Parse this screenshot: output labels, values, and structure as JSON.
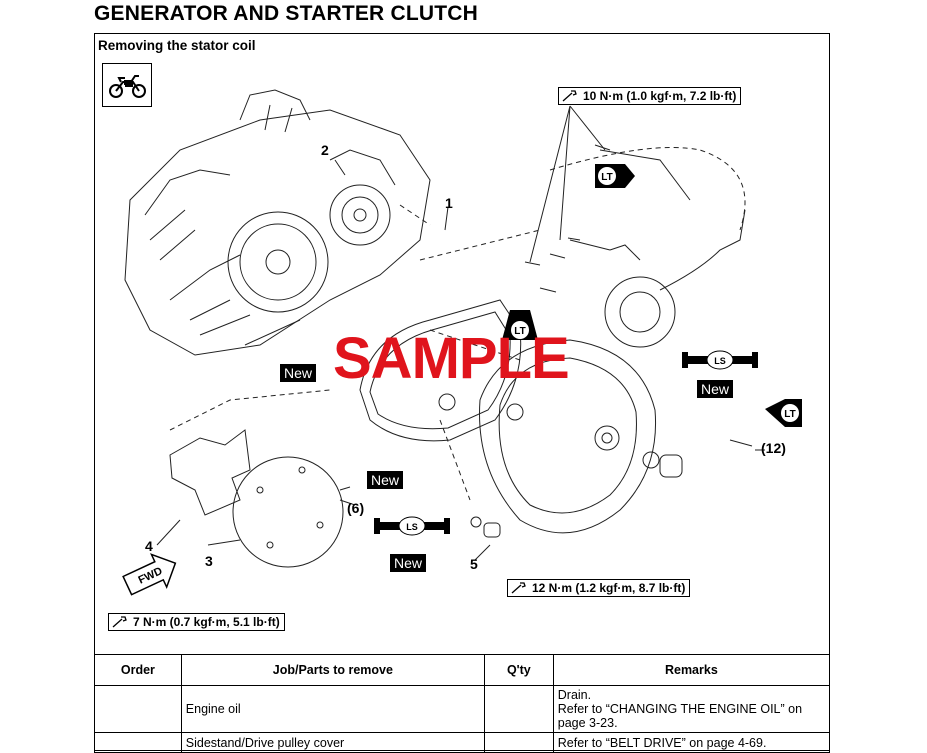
{
  "header": {
    "tag": "",
    "title": "GENERATOR AND STARTER CLUTCH"
  },
  "section": {
    "title": "Removing the stator coil"
  },
  "diagram": {
    "watermark": "SAMPLE",
    "torque_specs": [
      "10 N·m (1.0 kgf·m, 7.2 lb·ft)",
      "12 N·m (1.2 kgf·m, 8.7 lb·ft)",
      "7 N·m (0.7 kgf·m, 5.1 lb·ft)"
    ],
    "new_label": "New",
    "lt_label": "LT",
    "ls_label": "LS",
    "fwd_label": "FWD",
    "callouts": [
      "1",
      "2",
      "3",
      "4",
      "5",
      "(6)",
      "(12)"
    ]
  },
  "table": {
    "headers": [
      "Order",
      "Job/Parts to remove",
      "Q'ty",
      "Remarks"
    ],
    "rows": [
      {
        "order": "",
        "job": "Engine oil",
        "qty": "",
        "remarks": [
          "Drain.",
          "Refer to “CHANGING THE ENGINE OIL” on",
          "page 3-23."
        ]
      },
      {
        "order": "",
        "job": "Sidestand/Drive pulley cover",
        "qty": "",
        "remarks": [
          "Refer to “BELT DRIVE” on page 4-69."
        ]
      }
    ]
  }
}
